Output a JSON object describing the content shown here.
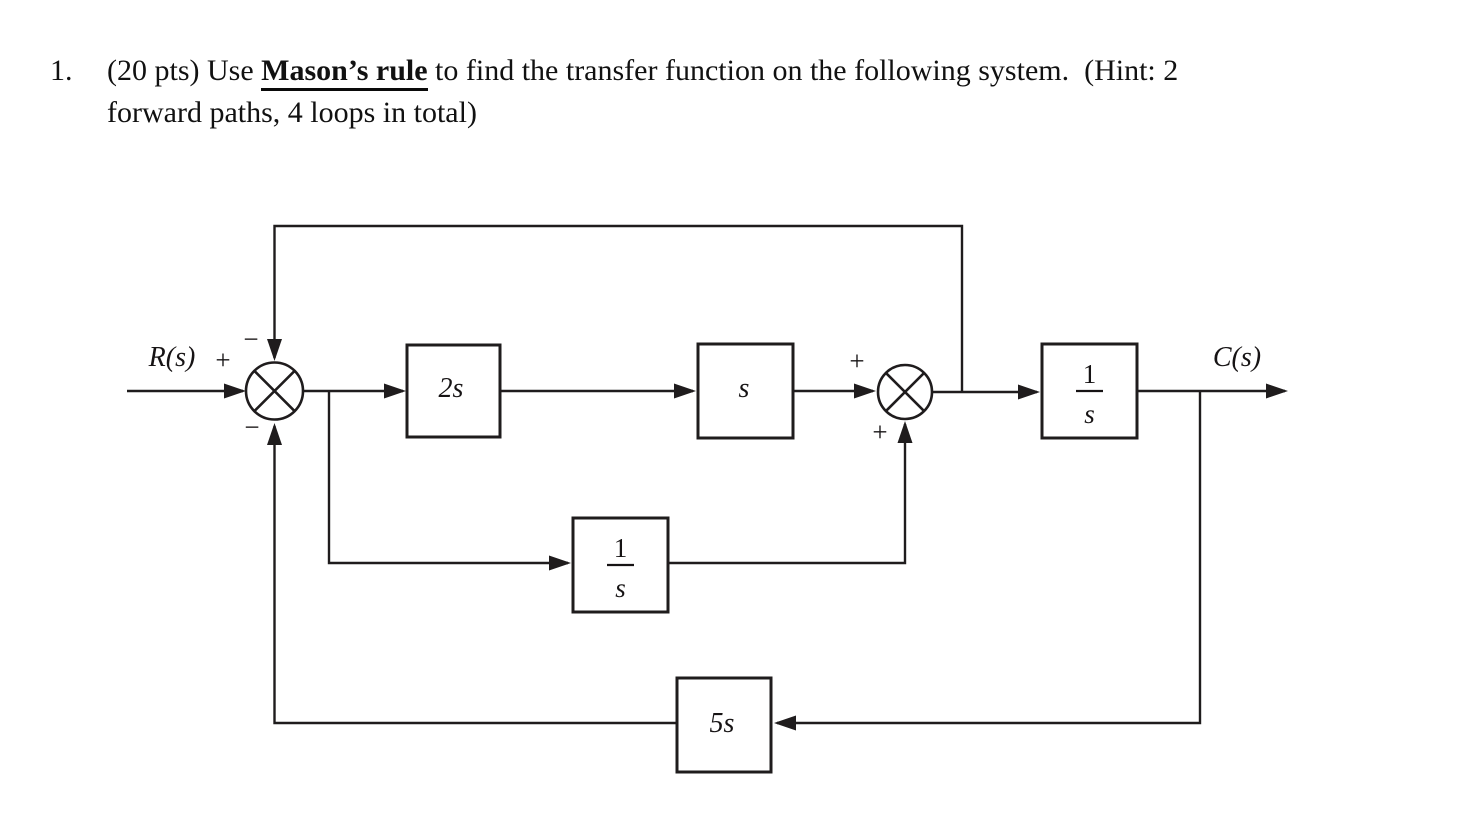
{
  "problem": {
    "number": "1.",
    "line1_before": "(20 pts) Use ",
    "line1_emphasis": "Mason’s rule",
    "line1_after": " to find the transfer function on the following system.  (Hint: 2",
    "line2": "forward paths, 4 loops in total)"
  },
  "diagram": {
    "input_label": "R(s)",
    "output_label": "C(s)",
    "sum1": {
      "sign_input": "+",
      "sign_top": "−",
      "sign_bottom": "−"
    },
    "sum2": {
      "sign_left": "+",
      "sign_bottom": "+"
    },
    "blocks": {
      "forward1": "2s",
      "forward2": "s",
      "branch_integrator": {
        "num": "1",
        "den": "s"
      },
      "output_integrator": {
        "num": "1",
        "den": "s"
      },
      "feedback": "5s"
    },
    "colors": {
      "ink": "#1f1c1d"
    }
  }
}
